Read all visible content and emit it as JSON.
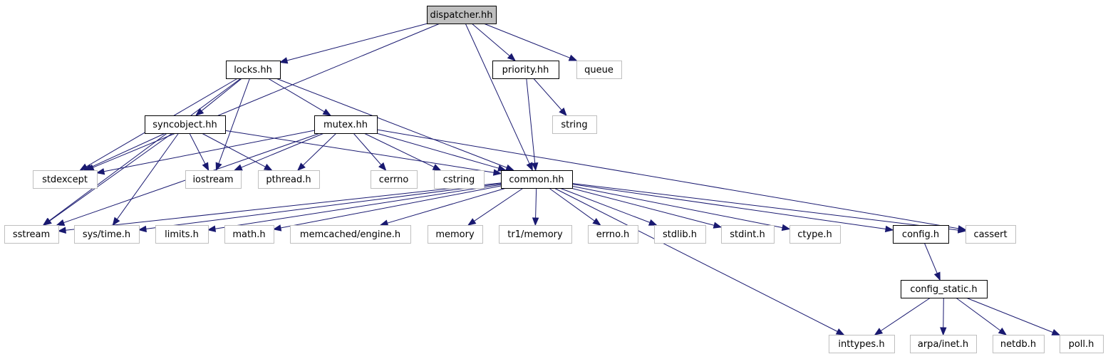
{
  "colors": {
    "edge": "#191970",
    "root_fill": "#bfbfbf",
    "local_border": "#000000",
    "external_border": "#bfbfbf",
    "background": "#ffffff"
  },
  "nodes": [
    {
      "id": "dispatcher",
      "label": "dispatcher.hh",
      "kind": "root"
    },
    {
      "id": "locks",
      "label": "locks.hh",
      "kind": "local"
    },
    {
      "id": "priority",
      "label": "priority.hh",
      "kind": "local"
    },
    {
      "id": "queue",
      "label": "queue",
      "kind": "external"
    },
    {
      "id": "syncobject",
      "label": "syncobject.hh",
      "kind": "local"
    },
    {
      "id": "mutex",
      "label": "mutex.hh",
      "kind": "local"
    },
    {
      "id": "string",
      "label": "string",
      "kind": "external"
    },
    {
      "id": "stdexcept",
      "label": "stdexcept",
      "kind": "external"
    },
    {
      "id": "iostream",
      "label": "iostream",
      "kind": "external"
    },
    {
      "id": "pthread",
      "label": "pthread.h",
      "kind": "external"
    },
    {
      "id": "cerrno",
      "label": "cerrno",
      "kind": "external"
    },
    {
      "id": "cstring",
      "label": "cstring",
      "kind": "external"
    },
    {
      "id": "common",
      "label": "common.hh",
      "kind": "local"
    },
    {
      "id": "sstream",
      "label": "sstream",
      "kind": "external"
    },
    {
      "id": "systime",
      "label": "sys/time.h",
      "kind": "external"
    },
    {
      "id": "limits",
      "label": "limits.h",
      "kind": "external"
    },
    {
      "id": "math",
      "label": "math.h",
      "kind": "external"
    },
    {
      "id": "engine",
      "label": "memcached/engine.h",
      "kind": "external"
    },
    {
      "id": "memory",
      "label": "memory",
      "kind": "external"
    },
    {
      "id": "tr1memory",
      "label": "tr1/memory",
      "kind": "external"
    },
    {
      "id": "errno",
      "label": "errno.h",
      "kind": "external"
    },
    {
      "id": "stdlib",
      "label": "stdlib.h",
      "kind": "external"
    },
    {
      "id": "stdint",
      "label": "stdint.h",
      "kind": "external"
    },
    {
      "id": "ctype",
      "label": "ctype.h",
      "kind": "external"
    },
    {
      "id": "config",
      "label": "config.h",
      "kind": "local"
    },
    {
      "id": "cassert",
      "label": "cassert",
      "kind": "external"
    },
    {
      "id": "configstatic",
      "label": "config_static.h",
      "kind": "local"
    },
    {
      "id": "inttypes",
      "label": "inttypes.h",
      "kind": "external"
    },
    {
      "id": "arpainet",
      "label": "arpa/inet.h",
      "kind": "external"
    },
    {
      "id": "netdb",
      "label": "netdb.h",
      "kind": "external"
    },
    {
      "id": "poll",
      "label": "poll.h",
      "kind": "external"
    }
  ],
  "edges": [
    {
      "from": "dispatcher",
      "to": "locks"
    },
    {
      "from": "dispatcher",
      "to": "stdexcept"
    },
    {
      "from": "dispatcher",
      "to": "common"
    },
    {
      "from": "dispatcher",
      "to": "priority"
    },
    {
      "from": "dispatcher",
      "to": "queue"
    },
    {
      "from": "locks",
      "to": "syncobject"
    },
    {
      "from": "locks",
      "to": "mutex"
    },
    {
      "from": "locks",
      "to": "stdexcept"
    },
    {
      "from": "locks",
      "to": "sstream"
    },
    {
      "from": "locks",
      "to": "iostream"
    },
    {
      "from": "locks",
      "to": "common"
    },
    {
      "from": "priority",
      "to": "string"
    },
    {
      "from": "priority",
      "to": "common"
    },
    {
      "from": "syncobject",
      "to": "stdexcept"
    },
    {
      "from": "syncobject",
      "to": "iostream"
    },
    {
      "from": "syncobject",
      "to": "pthread"
    },
    {
      "from": "syncobject",
      "to": "sstream"
    },
    {
      "from": "syncobject",
      "to": "systime"
    },
    {
      "from": "syncobject",
      "to": "common"
    },
    {
      "from": "mutex",
      "to": "stdexcept"
    },
    {
      "from": "mutex",
      "to": "iostream"
    },
    {
      "from": "mutex",
      "to": "pthread"
    },
    {
      "from": "mutex",
      "to": "cerrno"
    },
    {
      "from": "mutex",
      "to": "cstring"
    },
    {
      "from": "mutex",
      "to": "common"
    },
    {
      "from": "mutex",
      "to": "sstream"
    },
    {
      "from": "mutex",
      "to": "cassert"
    },
    {
      "from": "common",
      "to": "sstream"
    },
    {
      "from": "common",
      "to": "systime"
    },
    {
      "from": "common",
      "to": "limits"
    },
    {
      "from": "common",
      "to": "math"
    },
    {
      "from": "common",
      "to": "engine"
    },
    {
      "from": "common",
      "to": "memory"
    },
    {
      "from": "common",
      "to": "tr1memory"
    },
    {
      "from": "common",
      "to": "errno"
    },
    {
      "from": "common",
      "to": "stdlib"
    },
    {
      "from": "common",
      "to": "stdint"
    },
    {
      "from": "common",
      "to": "ctype"
    },
    {
      "from": "common",
      "to": "config"
    },
    {
      "from": "common",
      "to": "cassert"
    },
    {
      "from": "common",
      "to": "inttypes"
    },
    {
      "from": "config",
      "to": "configstatic"
    },
    {
      "from": "configstatic",
      "to": "inttypes"
    },
    {
      "from": "configstatic",
      "to": "arpainet"
    },
    {
      "from": "configstatic",
      "to": "netdb"
    },
    {
      "from": "configstatic",
      "to": "poll"
    }
  ]
}
